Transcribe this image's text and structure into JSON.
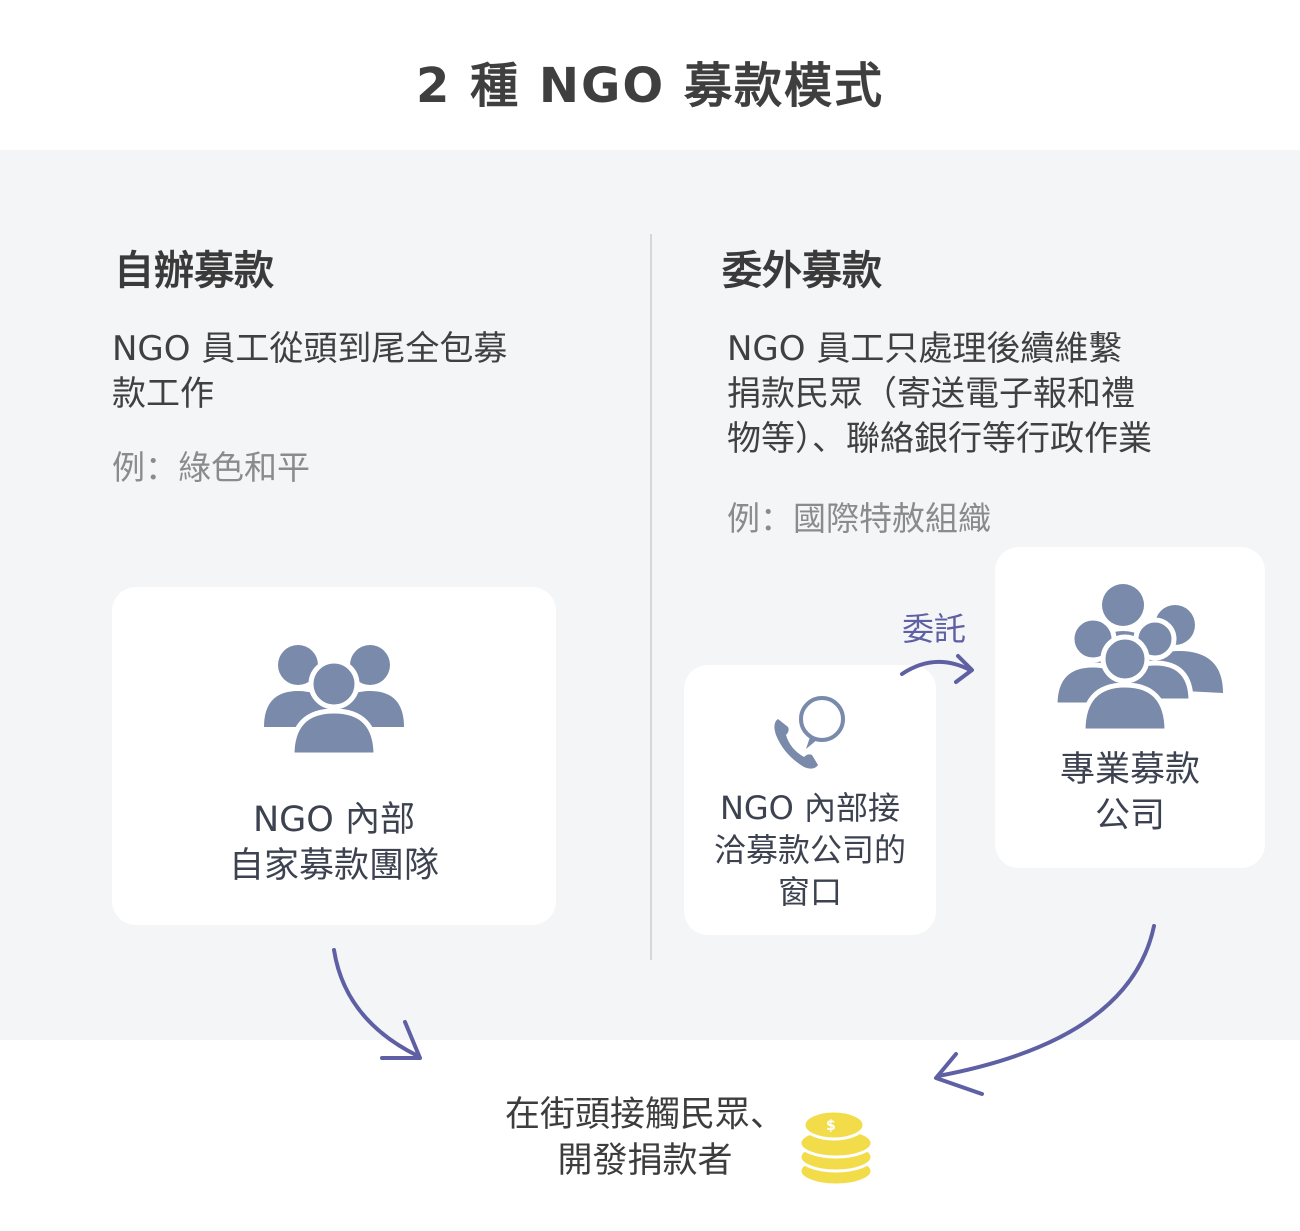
{
  "title": "2 種 NGO 募款模式",
  "left": {
    "heading": "自辦募款",
    "desc_lines": [
      "NGO 員工從頭到尾全包募",
      "款工作"
    ],
    "example": "例：綠色和平",
    "card": {
      "icon": "people-group-icon",
      "label_lines": [
        "NGO 內部",
        "自家募款團隊"
      ]
    }
  },
  "right": {
    "heading": "委外募款",
    "desc_lines": [
      "NGO 員工只處理後續維繫",
      "捐款民眾（寄送電子報和禮",
      "物等）、聯絡銀行等行政作業"
    ],
    "example": "例：國際特赦組織",
    "arrow_label": "委託",
    "card_small": {
      "icon": "phone-chat-icon",
      "label_lines": [
        "NGO 內部接",
        "洽募款公司的",
        "窗口"
      ]
    },
    "card_large": {
      "icon": "crowd-icon",
      "label_lines": [
        "專業募款",
        "公司"
      ]
    }
  },
  "bottom": {
    "text_lines": [
      "在街頭接觸民眾、",
      "開發捐款者"
    ],
    "icon": "coins-icon"
  },
  "colors": {
    "panel_bg": "#f4f5f7",
    "icon_fill": "#7a8aaa",
    "arrow": "#5f60a4",
    "coin": "#f2dc4a"
  }
}
